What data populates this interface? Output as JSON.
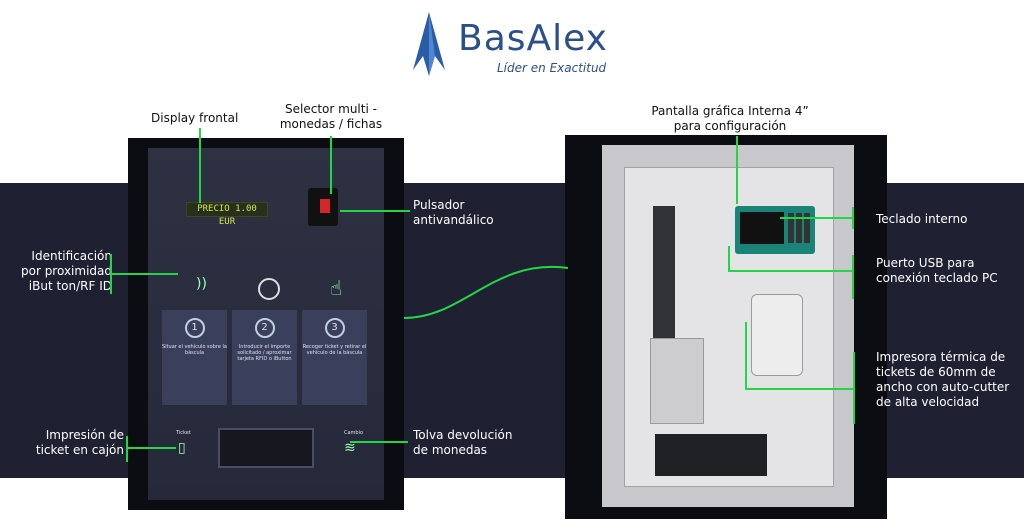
{
  "logo": {
    "brand": "BasAlex",
    "tagline": "Líder en Exactitud"
  },
  "front_unit": {
    "lcd_text": "PRECIO 1.00 EUR",
    "steps": [
      {
        "number": "1",
        "text": "Situar el vehículo sobre la báscula"
      },
      {
        "number": "2",
        "text": "Introducir el importe solicitado / aproximar tarjeta RFID o iButton"
      },
      {
        "number": "3",
        "text": "Recoger ticket y retirar el vehículo de la báscula"
      }
    ],
    "ticket_label": "Ticket",
    "change_label": "Cambio"
  },
  "callouts": {
    "display": "Display frontal",
    "selector": "Selector multi - monedas / fichas",
    "pushbutton": "Pulsador antivandálico",
    "identification": "Identificación por proximidad iBut ton/RF ID",
    "ticket_print": "Impresión de ticket en cajón",
    "coin_return": "Tolva devolución de monedas",
    "internal_screen": "Pantalla gráfica Interna 4” para configuración",
    "internal_keypad": "Teclado interno",
    "usb_port": "Puerto USB para conexión teclado PC",
    "printer": "Impresora térmica de tickets de 60mm de ancho con auto-cutter de alta velocidad"
  }
}
